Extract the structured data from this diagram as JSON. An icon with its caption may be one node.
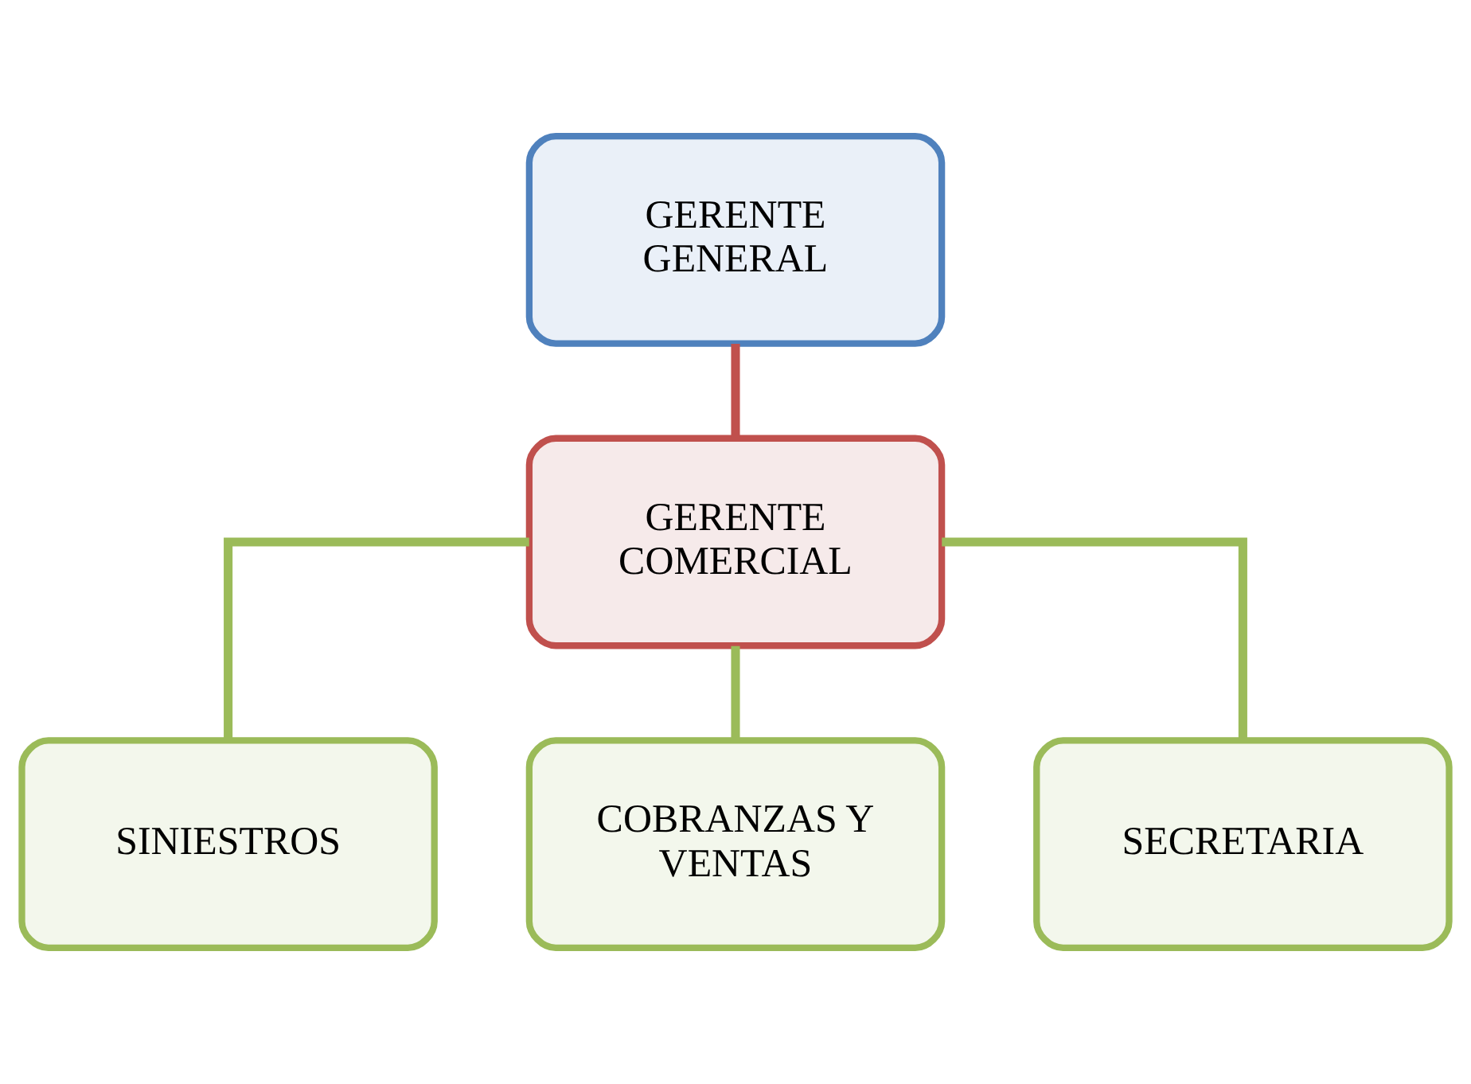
{
  "diagram": {
    "nodes": [
      {
        "text": [
          "GERENTE GENERAL"
        ]
      },
      {
        "text": [
          "GERENTE COMERCIAL"
        ]
      },
      {
        "text": [
          "SINIESTROS"
        ]
      },
      {
        "text": [
          "COBRANZAS Y VENTAS"
        ]
      },
      {
        "text": [
          "SECRETARIA"
        ]
      }
    ],
    "edges": [
      {
        "from": 0,
        "to": 1,
        "arrow": "none",
        "color": "#c0504d"
      },
      {
        "from": 1,
        "to": 2,
        "arrow": "none"
      },
      {
        "from": 1,
        "to": 3,
        "arrow": "none"
      },
      {
        "from": 1,
        "to": 4,
        "arrow": "none"
      }
    ]
  }
}
